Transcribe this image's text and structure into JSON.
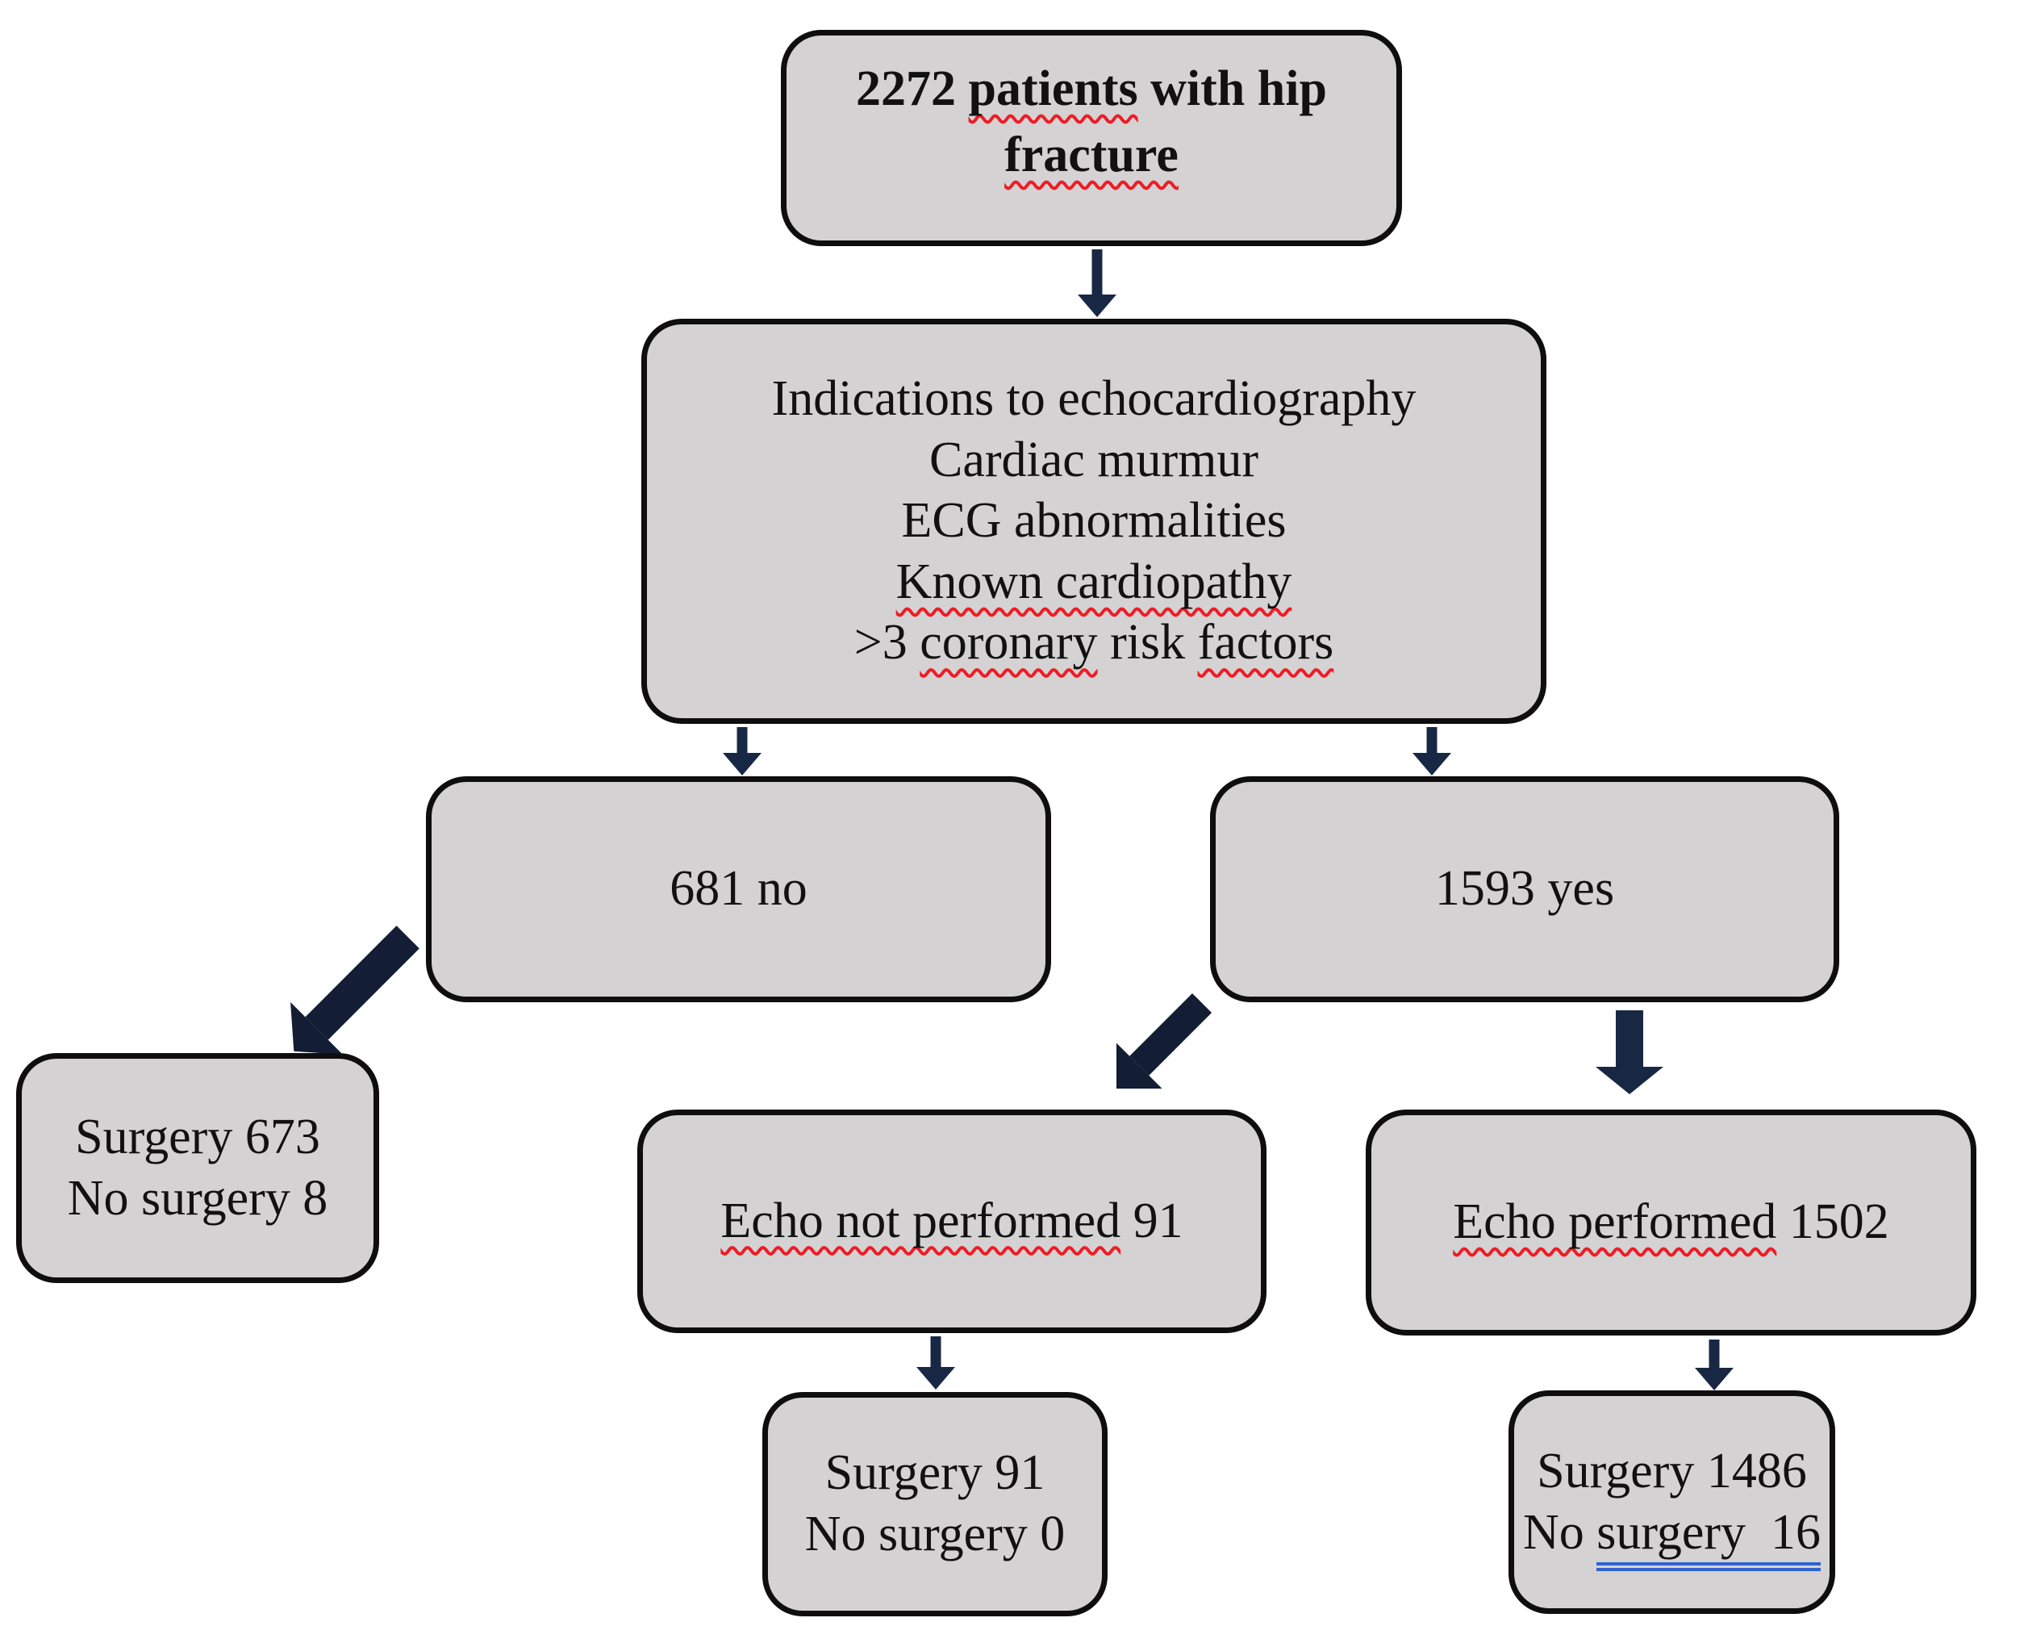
{
  "colors": {
    "background": "#ffffff",
    "box_fill": "#d4d2d2",
    "box_border": "#0e0e0e",
    "arrow": "#182844",
    "arrow_dark": "#131d33",
    "spellcheck_red": "#ee1c25",
    "grammar_blue": "#2f63cf",
    "text": "#111111"
  },
  "flowchart": {
    "patients_box": {
      "line1_pre": "2272 ",
      "line1_wavy": "patients",
      "line1_post": " with hip",
      "line2": "fracture"
    },
    "indications_box": {
      "line1": "Indications to echocardiography",
      "line2": "Cardiac murmur",
      "line3": "ECG abnormalities",
      "line4": "Known cardiopathy",
      "line5_pre": ">3 ",
      "line5_wavy1": "coronary",
      "line5_mid": " risk ",
      "line5_wavy2": "factors"
    },
    "no_box": {
      "label": "681 no"
    },
    "yes_box": {
      "label": "1593 yes"
    },
    "no_outcome_box": {
      "line1": "Surgery 673",
      "line2": "No surgery 8"
    },
    "echo_not_performed_box": {
      "wavy": "Echo not performed",
      "suffix": " 91"
    },
    "echo_performed_box": {
      "wavy": "Echo performed",
      "suffix": " 1502"
    },
    "echo_not_outcome_box": {
      "line1": "Surgery 91",
      "line2": "No surgery 0"
    },
    "echo_outcome_box": {
      "line1": "Surgery 1486",
      "line2_pre": "No ",
      "line2_underline": "surgery  16"
    }
  }
}
